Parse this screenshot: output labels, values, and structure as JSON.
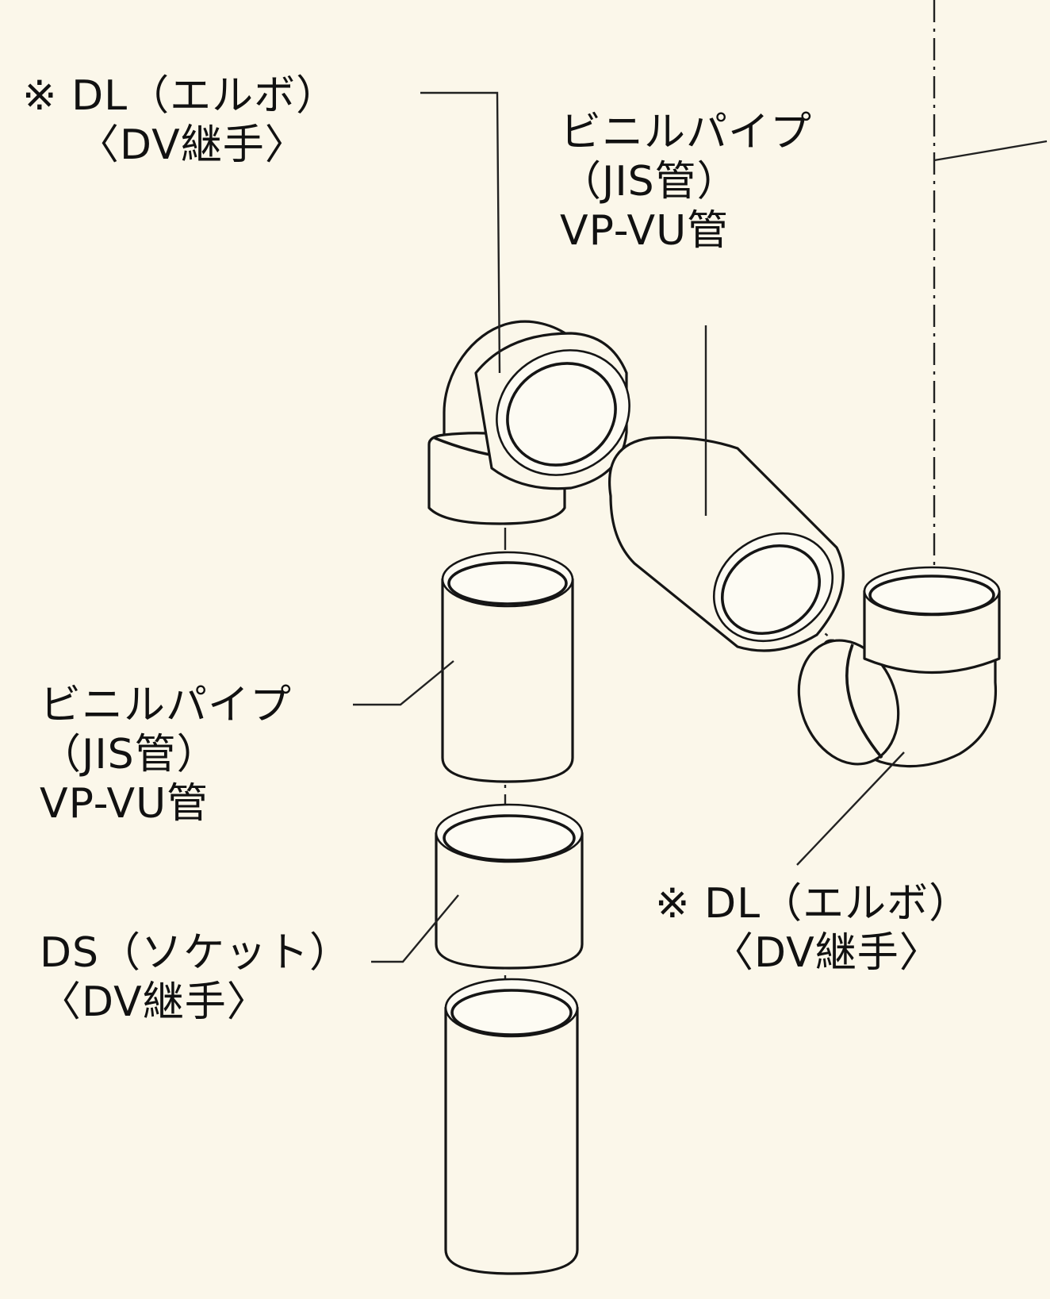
{
  "labels": {
    "elbow_top": {
      "line1": "※ DL（エルボ）",
      "line2": "〈DV継手〉"
    },
    "pipe_right": {
      "line1": "ビニルパイプ",
      "line2": "（JIS管）",
      "line3": "VP-VU管"
    },
    "pipe_left": {
      "line1": "ビニルパイプ",
      "line2": "（JIS管）",
      "line3": "VP-VU管"
    },
    "socket": {
      "line1": "DS（ソケット）",
      "line2": "〈DV継手〉"
    },
    "elbow_bottom": {
      "line1": "※ DL（エルボ）",
      "line2": "〈DV継手〉"
    }
  },
  "colors": {
    "background": "#fbf7ea",
    "line": "#151515"
  }
}
